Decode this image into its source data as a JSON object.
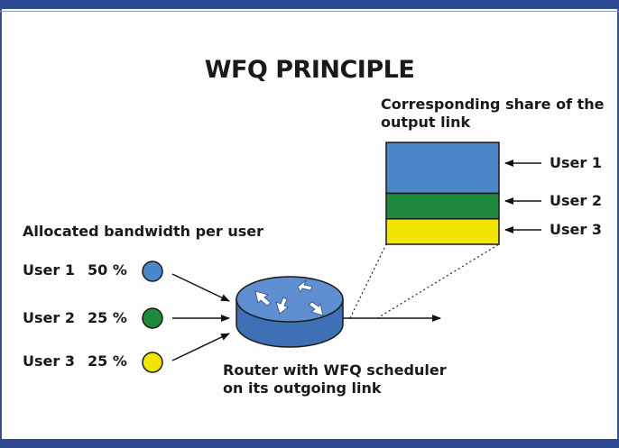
{
  "title": "WFQ PRINCIPLE",
  "share_heading": "Corresponding share of the output link",
  "allocated_heading": "Allocated bandwidth per user",
  "router_caption": "Router with WFQ scheduler on its outgoing link",
  "users": [
    {
      "label": "User 1",
      "percent": "50 %",
      "color": "#4a86c8"
    },
    {
      "label": "User 2",
      "percent": "25 %",
      "color": "#1f8a3c"
    },
    {
      "label": "User 3",
      "percent": "25 %",
      "color": "#f2e600"
    }
  ],
  "output_link": [
    {
      "label": "User 1",
      "share": 0.5,
      "color": "#4a86c8"
    },
    {
      "label": "User 2",
      "share": 0.25,
      "color": "#1f8a3c"
    },
    {
      "label": "User 3",
      "share": 0.25,
      "color": "#f2e600"
    }
  ],
  "colors": {
    "frame": "#2f4a95",
    "router_top": "#5f8fd0",
    "router_side": "#3f6fb5"
  }
}
